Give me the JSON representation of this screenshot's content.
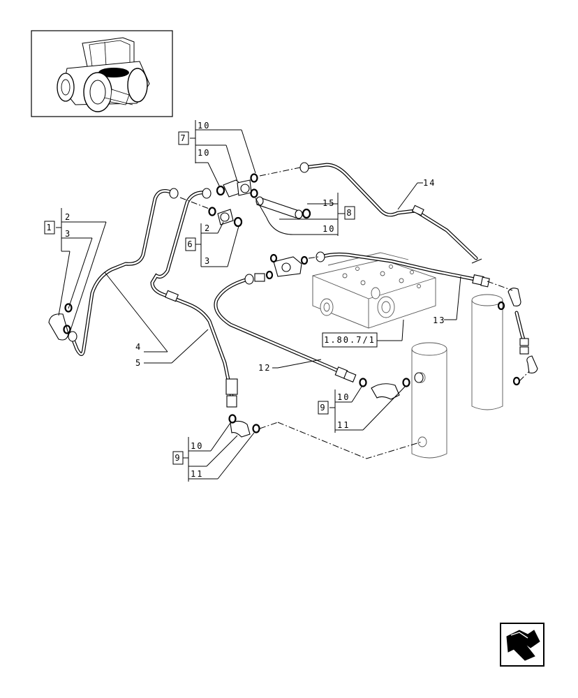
{
  "labels": {
    "l10a": "10",
    "l7": "7",
    "l10b": "10",
    "l14": "14",
    "l15": "15",
    "l8": "8",
    "l10c": "10",
    "l1": "1",
    "l2a": "2",
    "l3a": "3",
    "l2b": "2",
    "l6": "6",
    "l3b": "3",
    "l13": "13",
    "l4": "4",
    "l5": "5",
    "lref": "1.80.7/1",
    "l12": "12",
    "l9a": "9",
    "l10d": "10",
    "l11a": "11",
    "l10e": "10",
    "l9b": "9",
    "l11b": "11"
  },
  "icons": {
    "thumbnail": "tractor-thumbnail-icon",
    "navigation": "next-page-arrow-icon"
  }
}
